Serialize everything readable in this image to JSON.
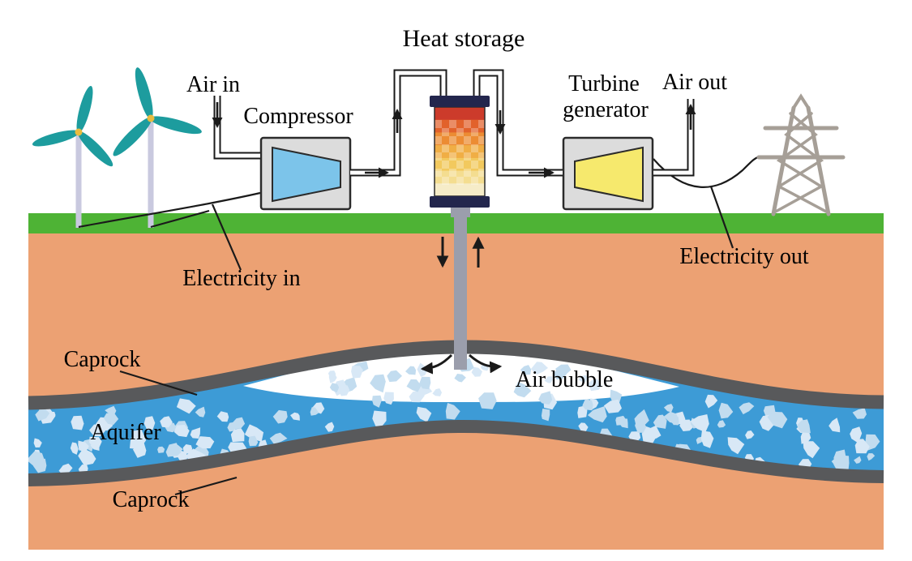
{
  "labels": {
    "heat_storage": "Heat storage",
    "air_in": "Air in",
    "compressor": "Compressor",
    "turbine_generator_line1": "Turbine",
    "turbine_generator_line2": "generator",
    "air_out": "Air out",
    "electricity_in": "Electricity in",
    "electricity_out": "Electricity out",
    "caprock_top": "Caprock",
    "aquifer": "Aquifer",
    "caprock_bottom": "Caprock",
    "air_bubble": "Air bubble"
  },
  "colors": {
    "grass": "#4eb335",
    "ground": "#eca173",
    "aquifer_water": "#3d9bd6",
    "stone": "#d8e8f6",
    "stone_alt": "#c2dcef",
    "caprock": "#58595b",
    "bubble": "#ffffff",
    "machine_box": "#dcdcdc",
    "compressor_fill": "#7cc4ea",
    "turbine_fill": "#f6e96d",
    "blade_teal": "#1d9c9e",
    "pole": "#c9c9df",
    "hub": "#e9bc3f",
    "pylon": "#a69f97",
    "pipe_gray": "#9b9eac",
    "vessel_cap": "#23264d",
    "line_black": "#1a1a1a"
  },
  "heat_storage": {
    "bands": [
      "#cc3b2b",
      "#e2622b",
      "#ec8c33",
      "#f0ae45",
      "#f2c95e",
      "#f4dd90",
      "#f6ecc8"
    ]
  }
}
